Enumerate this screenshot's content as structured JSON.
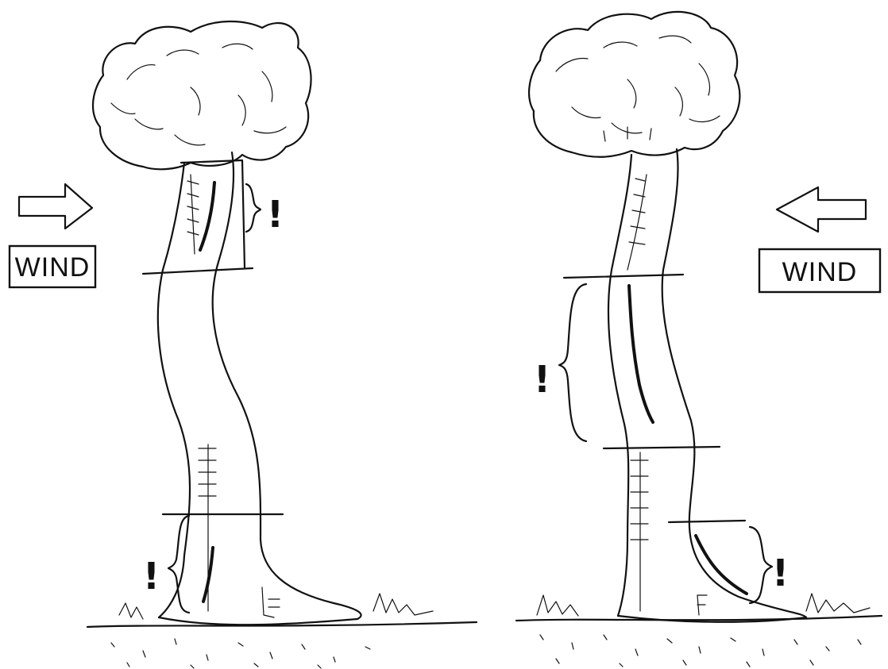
{
  "left_panel": {
    "wind_label": "WIND",
    "wind_direction": "right",
    "warning_marks": [
      "!",
      "!"
    ]
  },
  "right_panel": {
    "wind_label": "WIND",
    "wind_direction": "left",
    "warning_marks": [
      "!",
      "!"
    ]
  },
  "colors": {
    "ink": "#111111",
    "paper": "#ffffff"
  }
}
